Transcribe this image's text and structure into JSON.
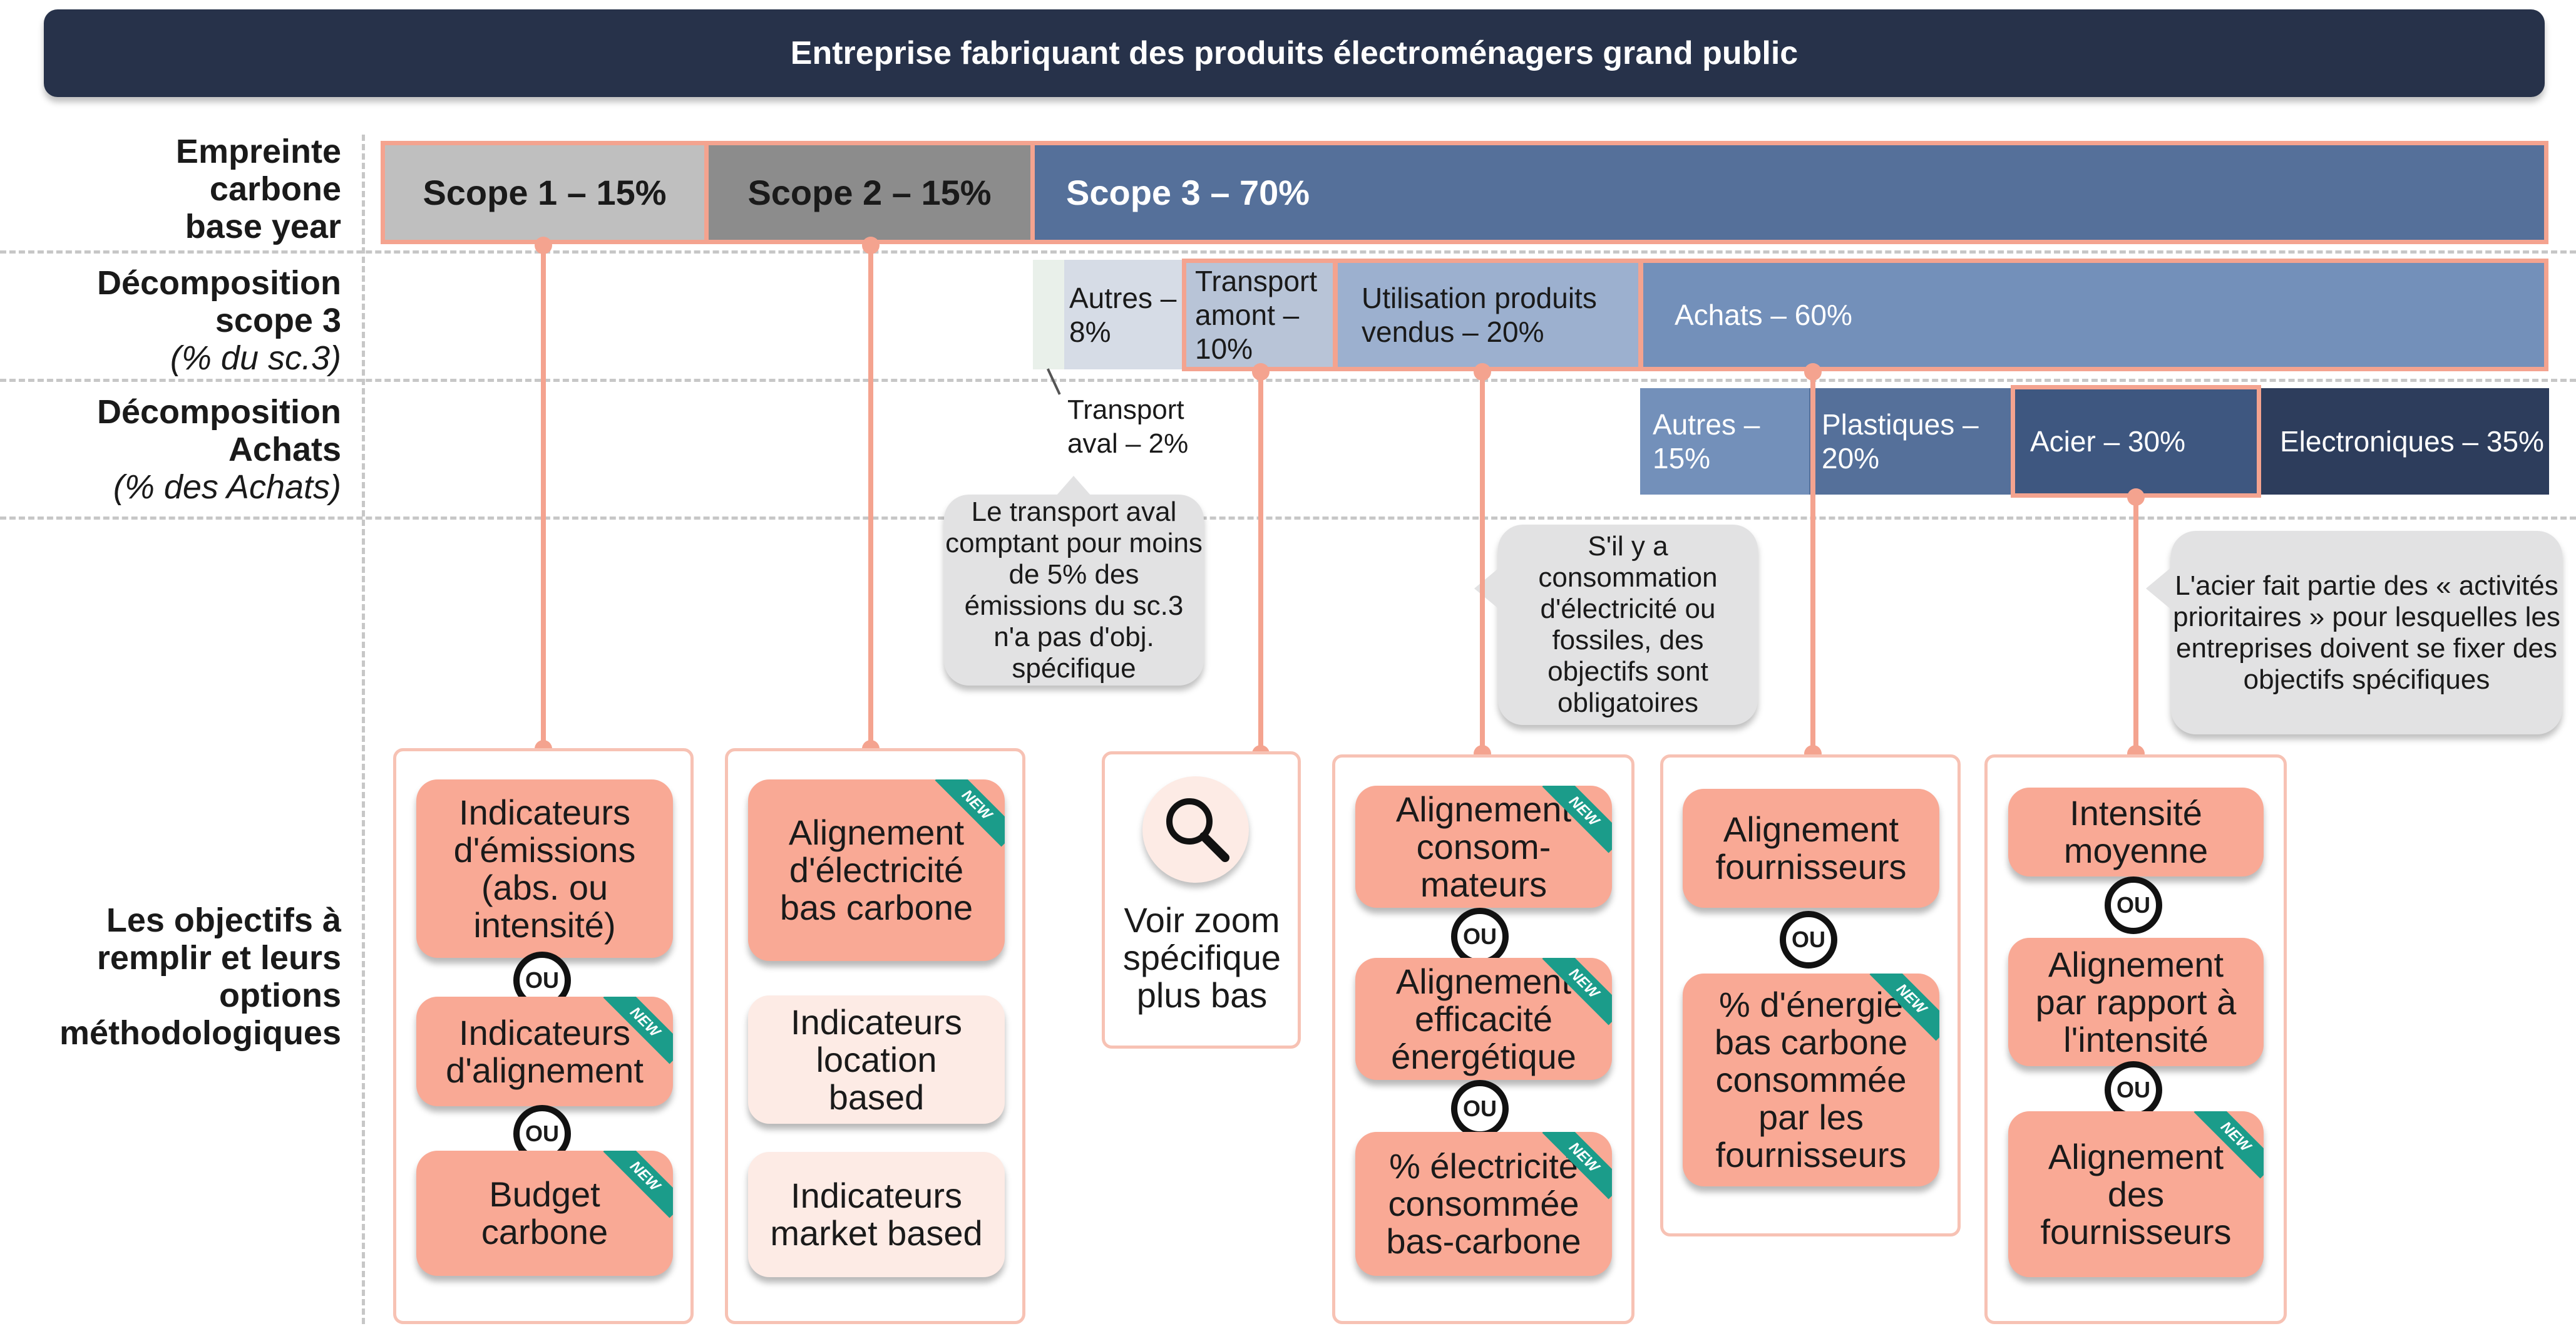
{
  "header": {
    "title": "Entreprise fabriquant des produits électroménagers grand public"
  },
  "row_labels": {
    "footprint": [
      "Empreinte",
      "carbone",
      "base year"
    ],
    "scope3": {
      "lines": [
        "Décomposition",
        "scope 3"
      ],
      "note": "(% du sc.3)"
    },
    "achats": {
      "lines": [
        "Décomposition",
        "Achats"
      ],
      "note": "(% des Achats)"
    },
    "objectives": [
      "Les objectifs à",
      "remplir et leurs",
      "options",
      "méthodologiques"
    ]
  },
  "scopes": {
    "scope1": "Scope 1 – 15%",
    "scope2": "Scope 2 – 15%",
    "scope3": "Scope 3 – 70%"
  },
  "scope3_breakdown": {
    "autres": "Autres – 8%",
    "transport_amont": "Transport amont – 10%",
    "utilisation": "Utilisation produits vendus – 20%",
    "achats": "Achats – 60%",
    "transport_aval": "Transport aval – 2%"
  },
  "achats_breakdown": {
    "autres": "Autres – 15%",
    "plastiques": "Plastiques – 20%",
    "acier": "Acier – 30%",
    "electroniques": "Electroniques – 35%"
  },
  "callouts": {
    "transport": "Le transport aval comptant pour moins de 5% des émissions du sc.3 n'a pas d'obj. spécifique",
    "electricite": "S'il y a consommation d'électricité ou fossiles, des objectifs sont obligatoires",
    "acier": "L'acier fait partie des « activités prioritaires » pour lesquelles les entreprises doivent se fixer des objectifs spécifiques"
  },
  "ou_label": "OU",
  "new_label": "NEW",
  "columns": {
    "scope1": [
      "Indicateurs d'émissions (abs. ou intensité)",
      "Indicateurs d'alignement",
      "Budget carbone"
    ],
    "scope2": [
      "Alignement d'électricité bas carbone",
      "Indicateurs location based",
      "Indicateurs market based"
    ],
    "transport": "Voir zoom spécifique plus bas",
    "utilisation": [
      "Alignement consom-mateurs",
      "Alignement efficacité énergétique",
      "% électricité consommée bas-carbone"
    ],
    "plastiques": [
      "Alignement fournisseurs",
      "% d'énergie bas carbone consommée par les fournisseurs"
    ],
    "acier": [
      "Intensité moyenne",
      "Alignement par rapport à l'intensité",
      "Alignement des fournisseurs"
    ]
  },
  "colors": {
    "header": "#27324a",
    "scope1": "#bfbfbf",
    "scope2": "#8c8c8c",
    "scope3": "#55709a",
    "accent": "#f4a38f",
    "option": "#f9a995",
    "new_ribbon": "#1b9c8a"
  }
}
